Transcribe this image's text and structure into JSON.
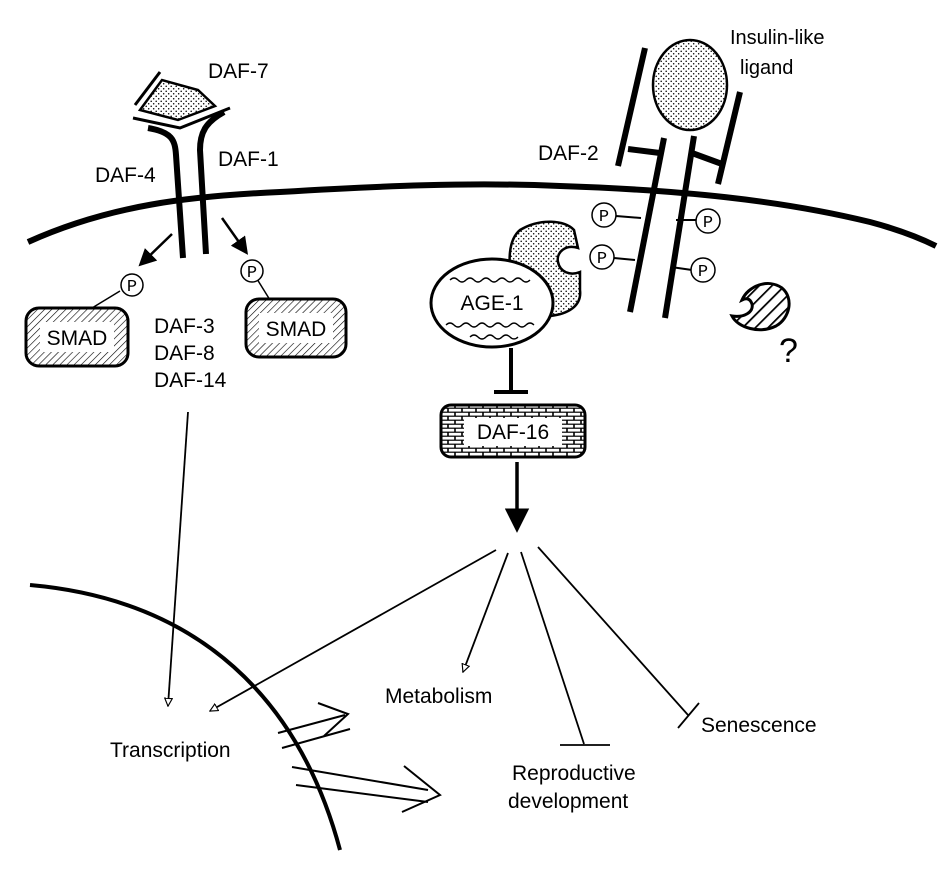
{
  "labels": {
    "daf7": "DAF-7",
    "daf4": "DAF-4",
    "daf1": "DAF-1",
    "daf2": "DAF-2",
    "insulin_line1": "Insulin-like",
    "insulin_line2": "ligand",
    "smad_left": "SMAD",
    "smad_right": "SMAD",
    "daf3": "DAF-3",
    "daf8": "DAF-8",
    "daf14": "DAF-14",
    "age1": "AGE-1",
    "daf16": "DAF-16",
    "transcription": "Transcription",
    "metabolism": "Metabolism",
    "reproductive_line1": "Reproductive",
    "reproductive_line2": "development",
    "senescence": "Senescence",
    "phospho": "P",
    "question": "?"
  }
}
